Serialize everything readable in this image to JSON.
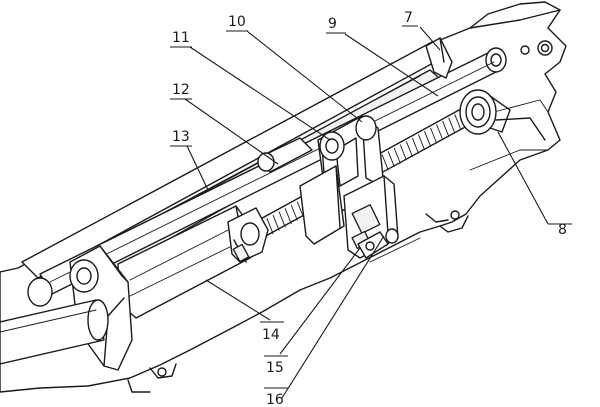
{
  "callouts": {
    "c7": "7",
    "c8": "8",
    "c9": "9",
    "c10": "10",
    "c11": "11",
    "c12": "12",
    "c13": "13",
    "c14": "14",
    "c15": "15",
    "c16": "16"
  }
}
